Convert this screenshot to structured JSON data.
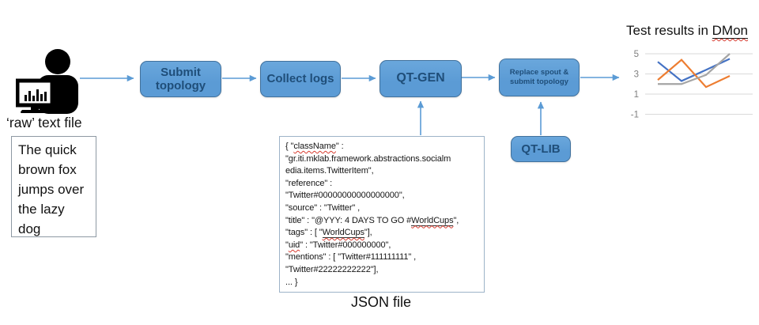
{
  "source": {
    "icon": "person-at-computer",
    "label": "‘raw’ text file",
    "file_text": "The quick brown fox jumps over the lazy dog"
  },
  "pipeline": {
    "submit_label": "Submit topology",
    "collect_label": "Collect logs",
    "qtgen_label": "QT-GEN",
    "replace_label": "Replace spout & submit topology",
    "qtlib_label": "QT-LIB"
  },
  "json_file": {
    "caption": "JSON file",
    "lines": [
      [
        {
          "t": "{ \""
        },
        {
          "t": "className",
          "s": "sp"
        },
        {
          "t": "\" :"
        }
      ],
      [
        {
          "t": "\"gr.iti.mklab.framework.abstractions.socialm"
        }
      ],
      [
        {
          "t": "edia.items.TwitterItem\","
        }
      ],
      [
        {
          "t": "\"reference\" :"
        }
      ],
      [
        {
          "t": "\"Twitter#00000000000000000\","
        }
      ],
      [
        {
          "t": "\"source\" : \"Twitter\" ,"
        }
      ],
      [
        {
          "t": "\"title\" : \"@YYY: 4 DAYS TO GO #"
        },
        {
          "t": "WorldCups",
          "s": "spu"
        },
        {
          "t": "\","
        }
      ],
      [
        {
          "t": "\"tags\" : [ \""
        },
        {
          "t": "WorldCups",
          "s": "spu"
        },
        {
          "t": "\"],"
        }
      ],
      [
        {
          "t": "\""
        },
        {
          "t": "uid",
          "s": "sp"
        },
        {
          "t": "\" : \"Twitter#000000000\","
        }
      ],
      [
        {
          "t": "\"mentions\" : [ \"Twitter#111111111\" ,"
        }
      ],
      [
        {
          "t": "\"Twitter#22222222222\"],"
        }
      ],
      [
        {
          "t": "... }"
        }
      ]
    ]
  },
  "chart_data": {
    "type": "line",
    "title_prefix": "Test results in ",
    "title_highlight": "DMon",
    "x": [
      1,
      2,
      3,
      4
    ],
    "yticks": [
      5,
      3,
      1,
      -1
    ],
    "ylim": [
      -1.5,
      5.5
    ],
    "grid": true,
    "legend": "none",
    "series": [
      {
        "name": "blue",
        "color": "#4472C4",
        "values": [
          4.2,
          2.3,
          3.4,
          4.5
        ]
      },
      {
        "name": "orange",
        "color": "#ED7D31",
        "values": [
          2.4,
          4.4,
          1.7,
          2.8
        ]
      },
      {
        "name": "gray",
        "color": "#A5A5A5",
        "values": [
          2.0,
          2.0,
          2.9,
          5.0
        ]
      }
    ]
  },
  "colors": {
    "box_fill": "#5B9BD5",
    "box_border": "#41719C",
    "box_text": "#1F4E79",
    "arrow": "#5B9BD5",
    "gridline": "#d9d9d9",
    "tick_text": "#7f7f7f",
    "spell_wave": "#D83B2F"
  }
}
